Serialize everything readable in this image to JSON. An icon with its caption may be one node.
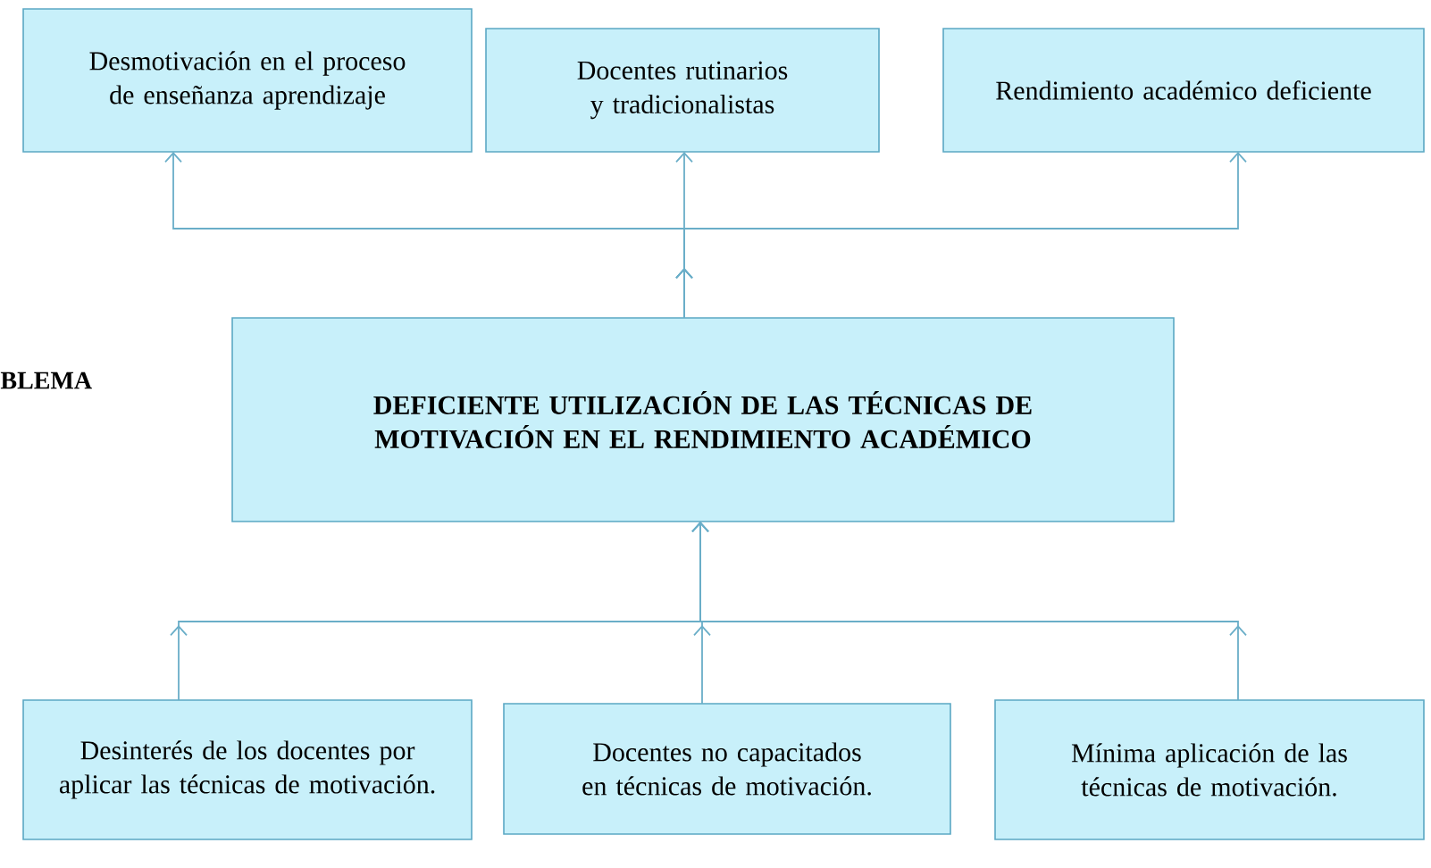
{
  "diagram": {
    "nodes": [
      {
        "text": [
          "Desmotivación en el proceso de enseñanza aprendizaje"
        ]
      },
      {
        "text": [
          "Docentes rutinarios y tradicionalistas"
        ]
      },
      {
        "text": [
          "Rendimiento académico deficiente"
        ]
      },
      {
        "text": [
          "DEFICIENTE UTILIZACIÓN DE LAS TÉCNICAS DE MOTIVACIÓN EN EL RENDIMIENTO  ACADÉMICO"
        ]
      },
      {
        "text": [
          "Desinterés de los docentes por aplicar las técnicas de motivación."
        ]
      },
      {
        "text": [
          "Docentes no capacitados en técnicas de motivación."
        ]
      },
      {
        "text": [
          "Mínima aplicación de las técnicas de motivación."
        ]
      }
    ],
    "edges": [
      {
        "from": 3,
        "to": 0,
        "arrow": "to"
      },
      {
        "from": 3,
        "to": 1,
        "arrow": "to"
      },
      {
        "from": 3,
        "to": 2,
        "arrow": "to"
      },
      {
        "from": 4,
        "to": 3,
        "arrow": "to"
      },
      {
        "from": 5,
        "to": 3,
        "arrow": "to"
      },
      {
        "from": 6,
        "to": 3,
        "arrow": "to"
      }
    ],
    "labels": [
      "BLEMA"
    ]
  }
}
